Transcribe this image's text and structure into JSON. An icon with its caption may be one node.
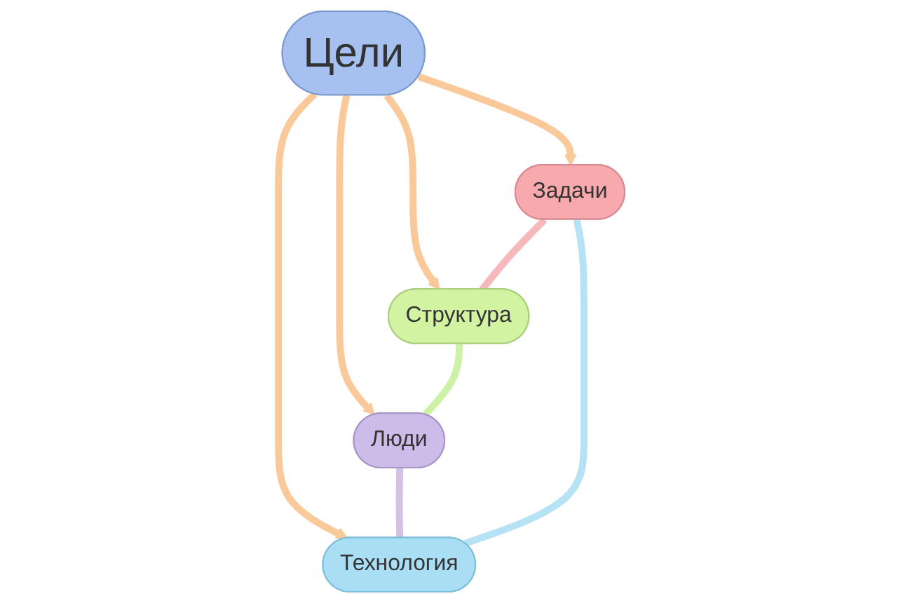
{
  "diagram": {
    "nodes": [
      {
        "text": [
          "Задачи"
        ]
      },
      {
        "text": [
          "Технология"
        ]
      },
      {
        "text": [
          "Цели"
        ]
      },
      {
        "text": [
          "Структура"
        ]
      },
      {
        "text": [
          "Люди"
        ]
      }
    ],
    "edges": [
      {
        "from": 2,
        "to": 0,
        "arrow": "to",
        "color": "#f9c99a"
      },
      {
        "from": 2,
        "to": 1,
        "arrow": "to",
        "color": "#f9c99a"
      },
      {
        "from": 2,
        "to": 3,
        "arrow": "to",
        "color": "#f9c99a"
      },
      {
        "from": 2,
        "to": 4,
        "arrow": "to",
        "color": "#f9c99a"
      },
      {
        "from": 0,
        "to": 3,
        "arrow": "none",
        "color": "#f7b8bc"
      },
      {
        "from": 3,
        "to": 4,
        "arrow": "none",
        "color": "#cdf2a6"
      },
      {
        "from": 4,
        "to": 1,
        "arrow": "none",
        "color": "#d2c2e8"
      },
      {
        "from": 1,
        "to": 0,
        "arrow": "none",
        "color": "#b5e3f5"
      }
    ]
  }
}
